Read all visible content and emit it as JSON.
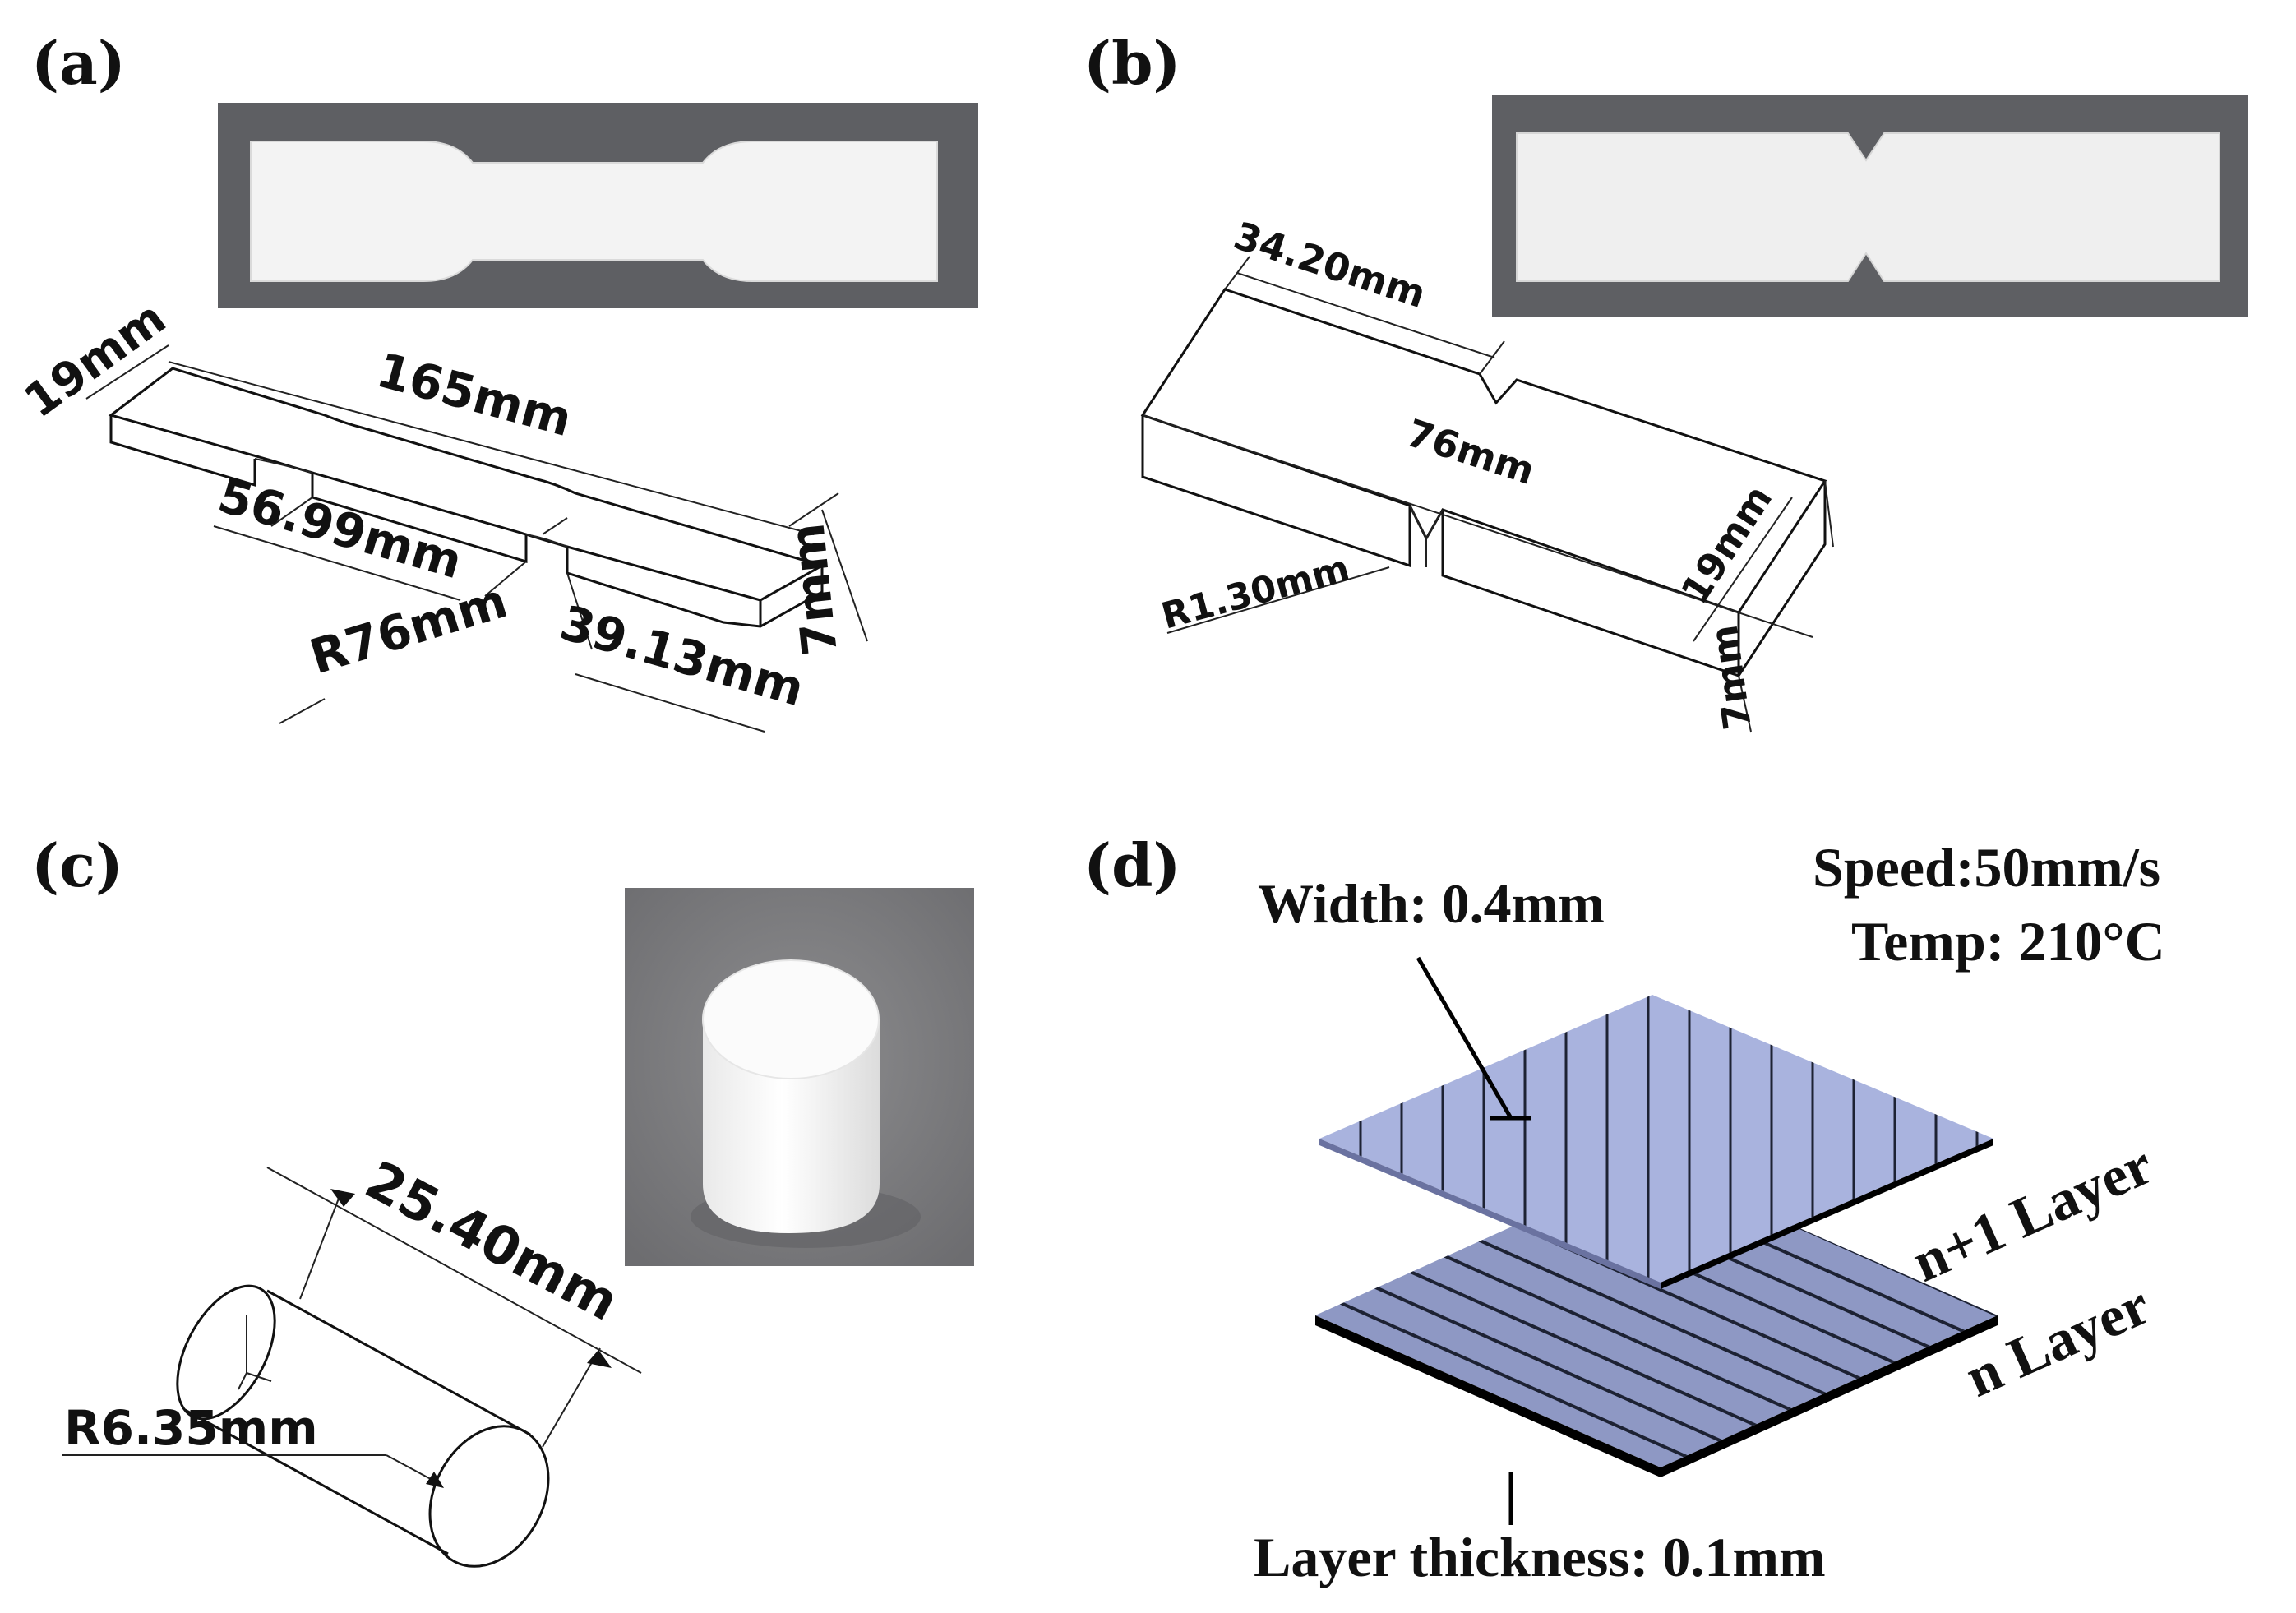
{
  "panels": {
    "a": {
      "label": "(a)",
      "dims": {
        "width": "19mm",
        "length": "165mm",
        "gauge": "56.99mm",
        "radius": "R76mm",
        "grip": "39.13mm",
        "thickness": "7mm"
      }
    },
    "b": {
      "label": "(b)",
      "dims": {
        "half_length": "34.20mm",
        "length": "76mm",
        "width": "19mm",
        "thickness": "7mm",
        "notch_radius": "R1.30mm"
      }
    },
    "c": {
      "label": "(c)",
      "dims": {
        "length": "25.40mm",
        "radius": "R6.35mm"
      }
    },
    "d": {
      "label": "(d)",
      "width_text": "Width: 0.4mm",
      "speed_text": "Speed:50mm/s",
      "temp_text": "Temp: 210°C",
      "upper_layer": "n+1 Layer",
      "lower_layer": "n Layer",
      "thickness_text": "Layer thickness: 0.1mm"
    }
  },
  "colors": {
    "layer_upper": "#a9b3de",
    "layer_lower": "#8e98c4",
    "photo_bg": "#5a5a5c",
    "specimen": "#f3f3f3"
  }
}
